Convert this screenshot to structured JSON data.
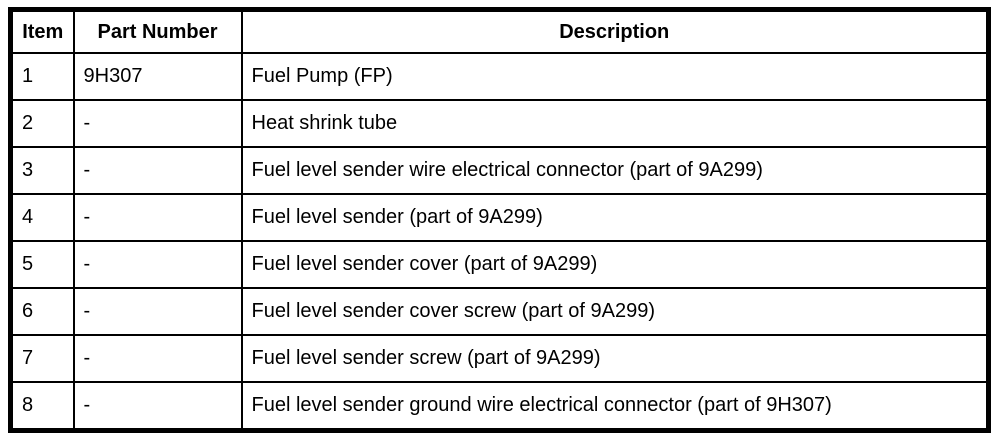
{
  "table": {
    "columns": [
      "Item",
      "Part Number",
      "Description"
    ],
    "rows": [
      {
        "item": "1",
        "part_number": "9H307",
        "description": "Fuel Pump (FP)"
      },
      {
        "item": "2",
        "part_number": "-",
        "description": "Heat shrink tube"
      },
      {
        "item": "3",
        "part_number": "-",
        "description": "Fuel level sender wire electrical connector (part of 9A299)"
      },
      {
        "item": "4",
        "part_number": "-",
        "description": "Fuel level sender (part of 9A299)"
      },
      {
        "item": "5",
        "part_number": "-",
        "description": "Fuel level sender cover (part of 9A299)"
      },
      {
        "item": "6",
        "part_number": "-",
        "description": "Fuel level sender cover screw (part of 9A299)"
      },
      {
        "item": "7",
        "part_number": "-",
        "description": "Fuel level sender screw (part of 9A299)"
      },
      {
        "item": "8",
        "part_number": "-",
        "description": "Fuel level sender ground wire electrical connector (part of 9H307)"
      }
    ],
    "colors": {
      "border": "#000000",
      "text": "#000000",
      "background": "#ffffff"
    }
  }
}
